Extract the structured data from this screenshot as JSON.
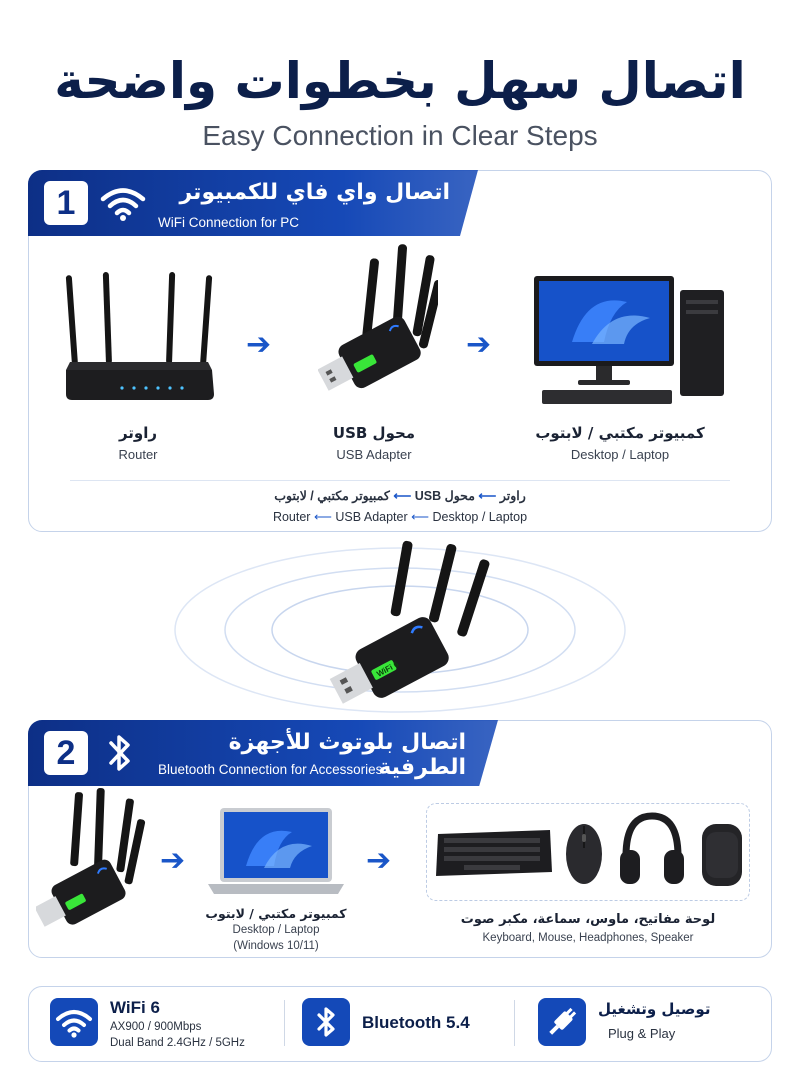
{
  "header": {
    "title_ar": "اتصال سهل بخطوات واضحة",
    "title_en": "Easy Connection in Clear Steps"
  },
  "step1": {
    "number": "1",
    "title_ar": "اتصال واي فاي للكمبيوتر",
    "title_en": "WiFi Connection for PC",
    "items": [
      {
        "label_ar": "راوتر",
        "label_en": "Router"
      },
      {
        "label_ar": "محول USB",
        "label_en": "USB Adapter"
      },
      {
        "label_ar": "كمبيوتر مكتبي / لابتوب",
        "label_en": "Desktop / Laptop"
      }
    ],
    "flow_ar": {
      "a": "راوتر",
      "b": "محول USB",
      "c": "كمبيوتر مكتبي / لابتوب"
    },
    "flow_en": {
      "a": "Router",
      "b": "USB Adapter",
      "c": "Desktop / Laptop"
    }
  },
  "step2": {
    "number": "2",
    "title_ar": "اتصال بلوتوث للأجهزة الطرفية",
    "title_en": "Bluetooth Connection for Accessories",
    "laptop_label_ar": "كمبيوتر مكتبي / لابتوب",
    "laptop_label_en": "Desktop / Laptop",
    "laptop_os": "(Windows 10/11)",
    "accessories_ar": "لوحة مفاتيح، ماوس، سماعة، مكبر صوت",
    "accessories_en": "Keyboard, Mouse, Headphones, Speaker"
  },
  "features": [
    {
      "title": "WiFi 6",
      "line1": "AX900 / 900Mbps",
      "line2": "Dual Band 2.4GHz / 5GHz",
      "icon": "wifi-icon"
    },
    {
      "title": "Bluetooth 5.4",
      "icon": "bluetooth-icon"
    },
    {
      "title_ar": "توصيل وتشغيل",
      "title_en": "Plug & Play",
      "icon": "usb-plug-icon"
    }
  ],
  "adapter_label": "WiFi 6",
  "colors": {
    "primary": "#1449b8",
    "dark_navy": "#0c1f4a",
    "arrow": "#1a56c8",
    "adapter_light": "#39e639"
  }
}
